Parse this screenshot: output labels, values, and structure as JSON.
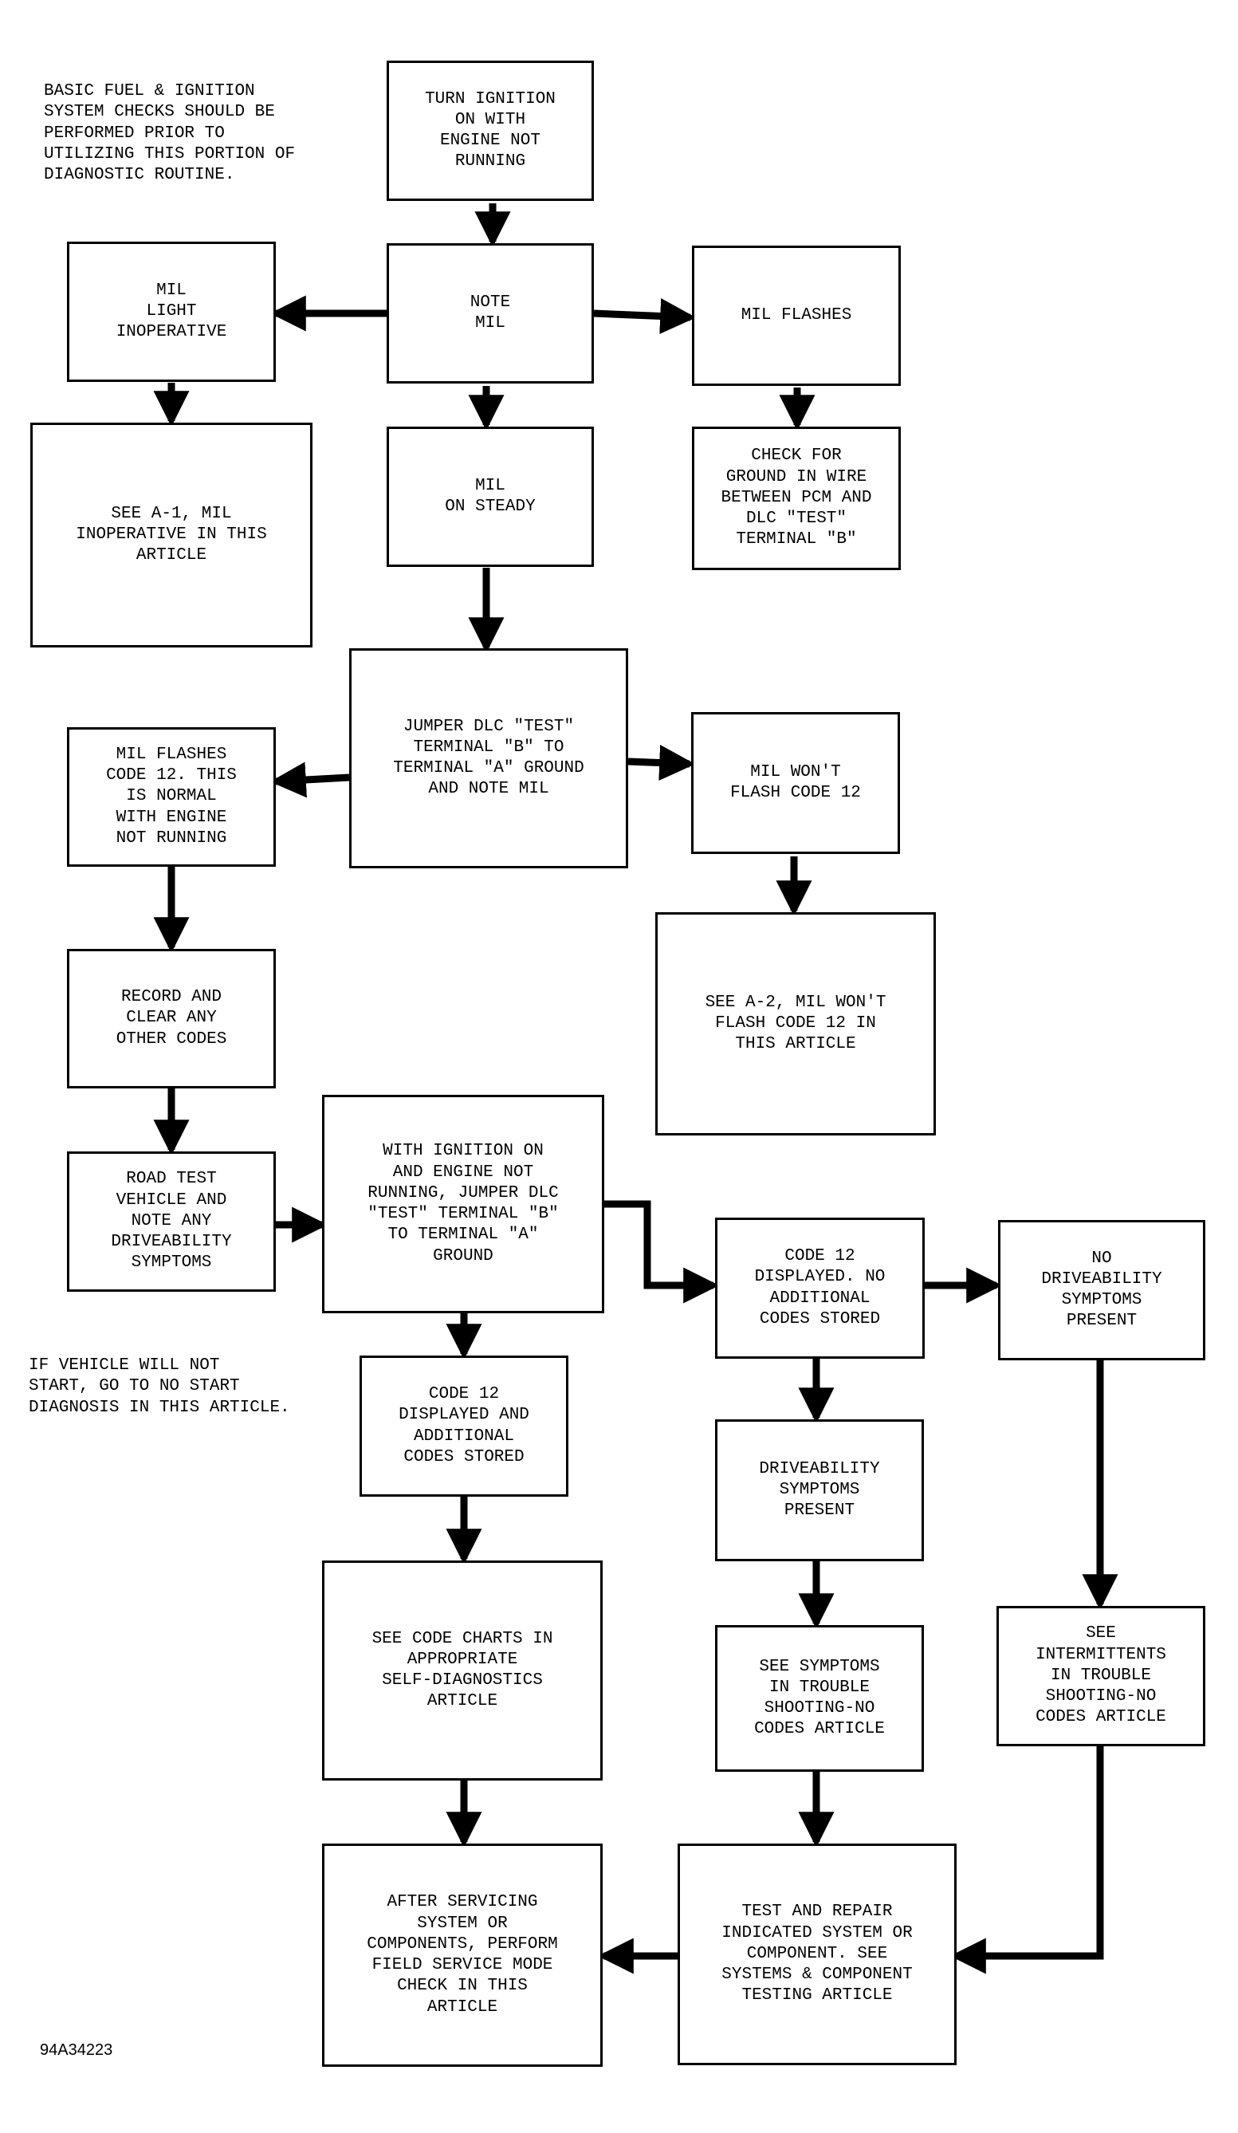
{
  "notes": {
    "top_note": "BASIC FUEL & IGNITION\nSYSTEM CHECKS SHOULD BE\nPERFORMED PRIOR TO\nUTILIZING THIS PORTION OF\nDIAGNOSTIC ROUTINE.",
    "no_start_note": "IF VEHICLE WILL NOT\nSTART, GO TO NO START\nDIAGNOSIS IN THIS ARTICLE.",
    "figure_id": "94A34223"
  },
  "boxes": {
    "turn_ignition": "TURN IGNITION\nON WITH\nENGINE NOT\nRUNNING",
    "note_mil": "NOTE\nMIL",
    "mil_inoperative": "MIL\nLIGHT\nINOPERATIVE",
    "mil_flashes": "MIL FLASHES",
    "see_a1": "SEE A-1, MIL\nINOPERATIVE IN THIS\nARTICLE",
    "mil_on_steady": "MIL\nON STEADY",
    "check_ground": "CHECK FOR\nGROUND IN WIRE\nBETWEEN PCM AND\nDLC \"TEST\"\nTERMINAL \"B\"",
    "jumper_dlc": "JUMPER DLC \"TEST\"\nTERMINAL \"B\" TO\nTERMINAL \"A\" GROUND\nAND NOTE MIL",
    "mil_flashes_code12": "MIL FLASHES\nCODE 12. THIS\nIS NORMAL\nWITH ENGINE\nNOT RUNNING",
    "mil_wont_flash": "MIL WON'T\nFLASH CODE 12",
    "see_a2": "SEE A-2, MIL WON'T\nFLASH CODE 12 IN\nTHIS ARTICLE",
    "record_clear": "RECORD AND\nCLEAR ANY\nOTHER CODES",
    "road_test": "ROAD TEST\nVEHICLE AND\nNOTE ANY\nDRIVEABILITY\nSYMPTOMS",
    "with_ignition_on": "WITH IGNITION ON\nAND ENGINE NOT\nRUNNING, JUMPER DLC\n\"TEST\" TERMINAL \"B\"\nTO TERMINAL \"A\"\nGROUND",
    "code12_no_additional": "CODE 12\nDISPLAYED. NO\nADDITIONAL\nCODES STORED",
    "no_driveability": "NO\nDRIVEABILITY\nSYMPTOMS\nPRESENT",
    "code12_additional": "CODE 12\nDISPLAYED AND\nADDITIONAL\nCODES STORED",
    "driveability_present": "DRIVEABILITY\nSYMPTOMS\nPRESENT",
    "see_code_charts": "SEE CODE CHARTS IN\nAPPROPRIATE\nSELF-DIAGNOSTICS\nARTICLE",
    "see_symptoms": "SEE SYMPTOMS\nIN TROUBLE\nSHOOTING-NO\nCODES ARTICLE",
    "see_intermittents": "SEE\nINTERMITTENTS\nIN TROUBLE\nSHOOTING-NO\nCODES ARTICLE",
    "after_servicing": "AFTER SERVICING\nSYSTEM OR\nCOMPONENTS, PERFORM\nFIELD SERVICE MODE\nCHECK IN THIS\nARTICLE",
    "test_repair": "TEST AND REPAIR\nINDICATED SYSTEM OR\nCOMPONENT. SEE\nSYSTEMS & COMPONENT\nTESTING ARTICLE"
  },
  "colors": {
    "line": "#000000",
    "background": "#ffffff"
  }
}
